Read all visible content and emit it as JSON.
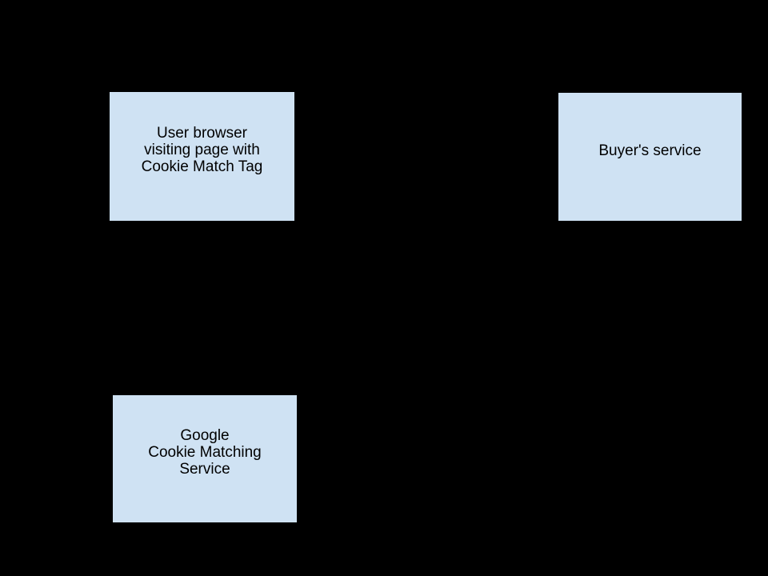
{
  "diagram": {
    "background_color": "#000000",
    "node_fill_color": "#cfe2f3",
    "node_border_color": "#000000",
    "node_text_color": "#000000",
    "nodes": [
      {
        "id": "user-browser",
        "label": "User browser\nvisiting page with\nCookie Match Tag"
      },
      {
        "id": "buyers-service",
        "label": "Buyer's service"
      },
      {
        "id": "google-cookie-matching-service",
        "label": "Google\nCookie Matching\nService"
      }
    ]
  }
}
